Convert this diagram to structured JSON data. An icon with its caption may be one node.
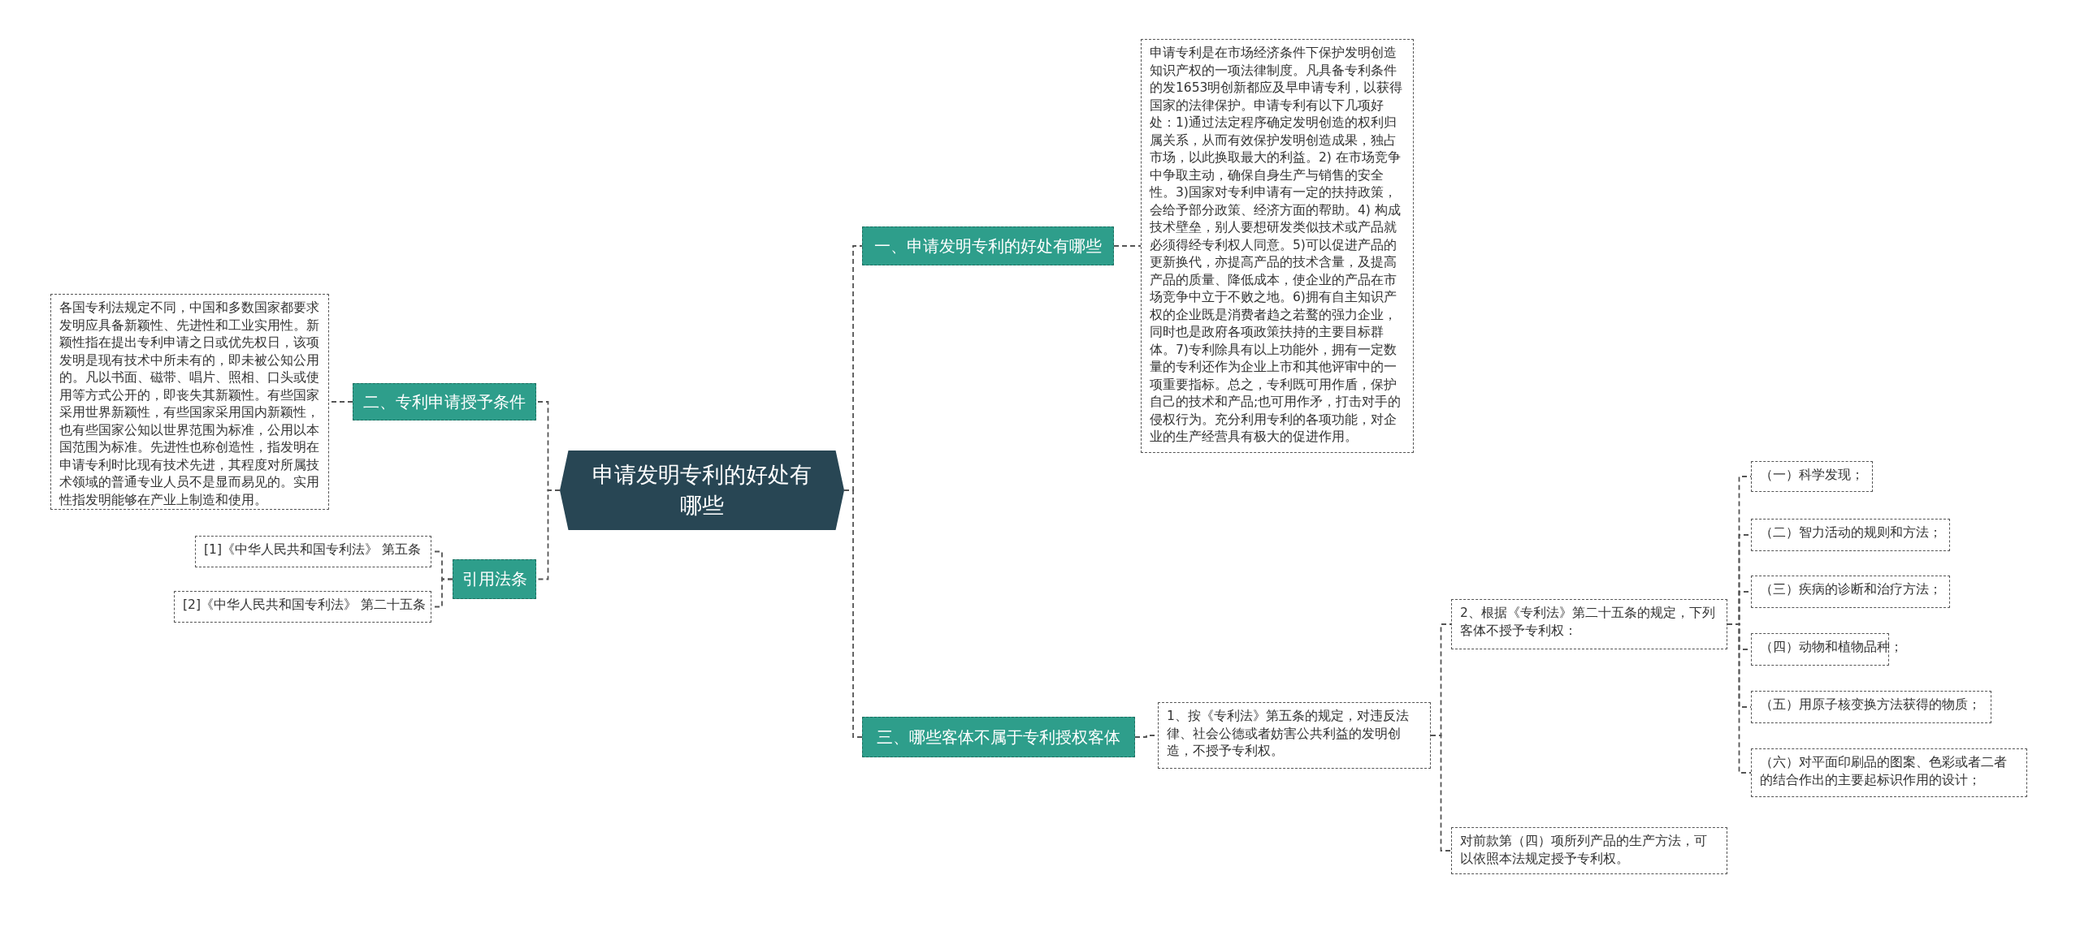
{
  "diagram": {
    "nodes": [
      {
        "text": [
          "申请发明专利的好处有哪些"
        ]
      },
      {
        "text": [
          "一、申请发明专利的好处有哪些"
        ]
      },
      {
        "text": [
          "申请专利是在市场经济条件下保护发明创造知识产权的一项法律制度。凡具备专利条件的发1653明创新都应及早申请专利，以获得国家的法律保护。申请专利有以下几项好处：1)通过法定程序确定发明创造的权利归属关系，从而有效保护发明创造成果，独占市场，以此换取最大的利益。2) 在市场竞争中争取主动，确保自身生产与销售的安全性。3)国家对专利申请有一定的扶持政策，会给予部分政策、经济方面的帮助。4) 构成技术壁垒，别人要想研发类似技术或产品就必须得经专利权人同意。5)可以促进产品的更新换代，亦提高产品的技术含量，及提高产品的质量、降低成本，使企业的产品在市场竞争中立于不败之地。6)拥有自主知识产权的企业既是消费者趋之若鹜的强力企业，同时也是政府各项政策扶持的主要目标群体。7)专利除具有以上功能外，拥有一定数量的专利还作为企业上市和其他评审中的一项重要指标。总之，专利既可用作盾，保护自己的技术和产品;也可用作矛，打击对手的侵权行为。充分利用专利的各项功能，对企业的生产经营具有极大的促进作用。"
        ]
      },
      {
        "text": [
          "三、哪些客体不属于专利授权客体"
        ]
      },
      {
        "text": [
          "1、按《专利法》第五条的规定，对违反法律、社会公德或者妨害公共利益的发明创造，不授予专利权。"
        ]
      },
      {
        "text": [
          "2、根据《专利法》第二十五条的规定，下列客体不授予专利权："
        ]
      },
      {
        "text": [
          "（一）科学发现；"
        ]
      },
      {
        "text": [
          "（二）智力活动的规则和方法；"
        ]
      },
      {
        "text": [
          "（三）疾病的诊断和治疗方法；"
        ]
      },
      {
        "text": [
          "（四）动物和植物品种；"
        ]
      },
      {
        "text": [
          "（五）用原子核变换方法获得的物质；"
        ]
      },
      {
        "text": [
          "（六）对平面印刷品的图案、色彩或者二者的结合作出的主要起标识作用的设计；"
        ]
      },
      {
        "text": [
          "对前款第（四）项所列产品的生产方法，可以依照本法规定授予专利权。"
        ]
      },
      {
        "text": [
          "二、专利申请授予条件"
        ]
      },
      {
        "text": [
          "各国专利法规定不同，中国和多数国家都要求发明应具备新颖性、先进性和工业实用性。新颖性指在提出专利申请之日或优先权日，该项发明是现有技术中所未有的，即未被公知公用的。凡以书面、磁带、唱片、照相、口头或使用等方式公开的，即丧失其新颖性。有些国家采用世界新颖性，有些国家采用国内新颖性，也有些国家公知以世界范围为标准，公用以本国范围为标准。先进性也称创造性，指发明在申请专利时比现有技术先进，其程度对所属技术领域的普通专业人员不是显而易见的。实用性指发明能够在产业上制造和使用。"
        ]
      },
      {
        "text": [
          "引用法条"
        ]
      },
      {
        "text": [
          "[1]《中华人民共和国专利法》 第五条"
        ]
      },
      {
        "text": [
          "[2]《中华人民共和国专利法》 第二十五条"
        ]
      }
    ],
    "edges": [
      {
        "from": 0,
        "to": 1,
        "arrow": "none"
      },
      {
        "from": 1,
        "to": 2,
        "arrow": "none"
      },
      {
        "from": 0,
        "to": 3,
        "arrow": "none"
      },
      {
        "from": 3,
        "to": 4,
        "arrow": "none"
      },
      {
        "from": 4,
        "to": 5,
        "arrow": "none"
      },
      {
        "from": 5,
        "to": 6,
        "arrow": "none"
      },
      {
        "from": 5,
        "to": 7,
        "arrow": "none"
      },
      {
        "from": 5,
        "to": 8,
        "arrow": "none"
      },
      {
        "from": 5,
        "to": 9,
        "arrow": "none"
      },
      {
        "from": 5,
        "to": 10,
        "arrow": "none"
      },
      {
        "from": 5,
        "to": 11,
        "arrow": "none"
      },
      {
        "from": 4,
        "to": 12,
        "arrow": "none"
      },
      {
        "from": 0,
        "to": 13,
        "arrow": "none"
      },
      {
        "from": 13,
        "to": 14,
        "arrow": "none"
      },
      {
        "from": 0,
        "to": 15,
        "arrow": "none"
      },
      {
        "from": 15,
        "to": 16,
        "arrow": "none"
      },
      {
        "from": 15,
        "to": 17,
        "arrow": "none"
      }
    ]
  }
}
